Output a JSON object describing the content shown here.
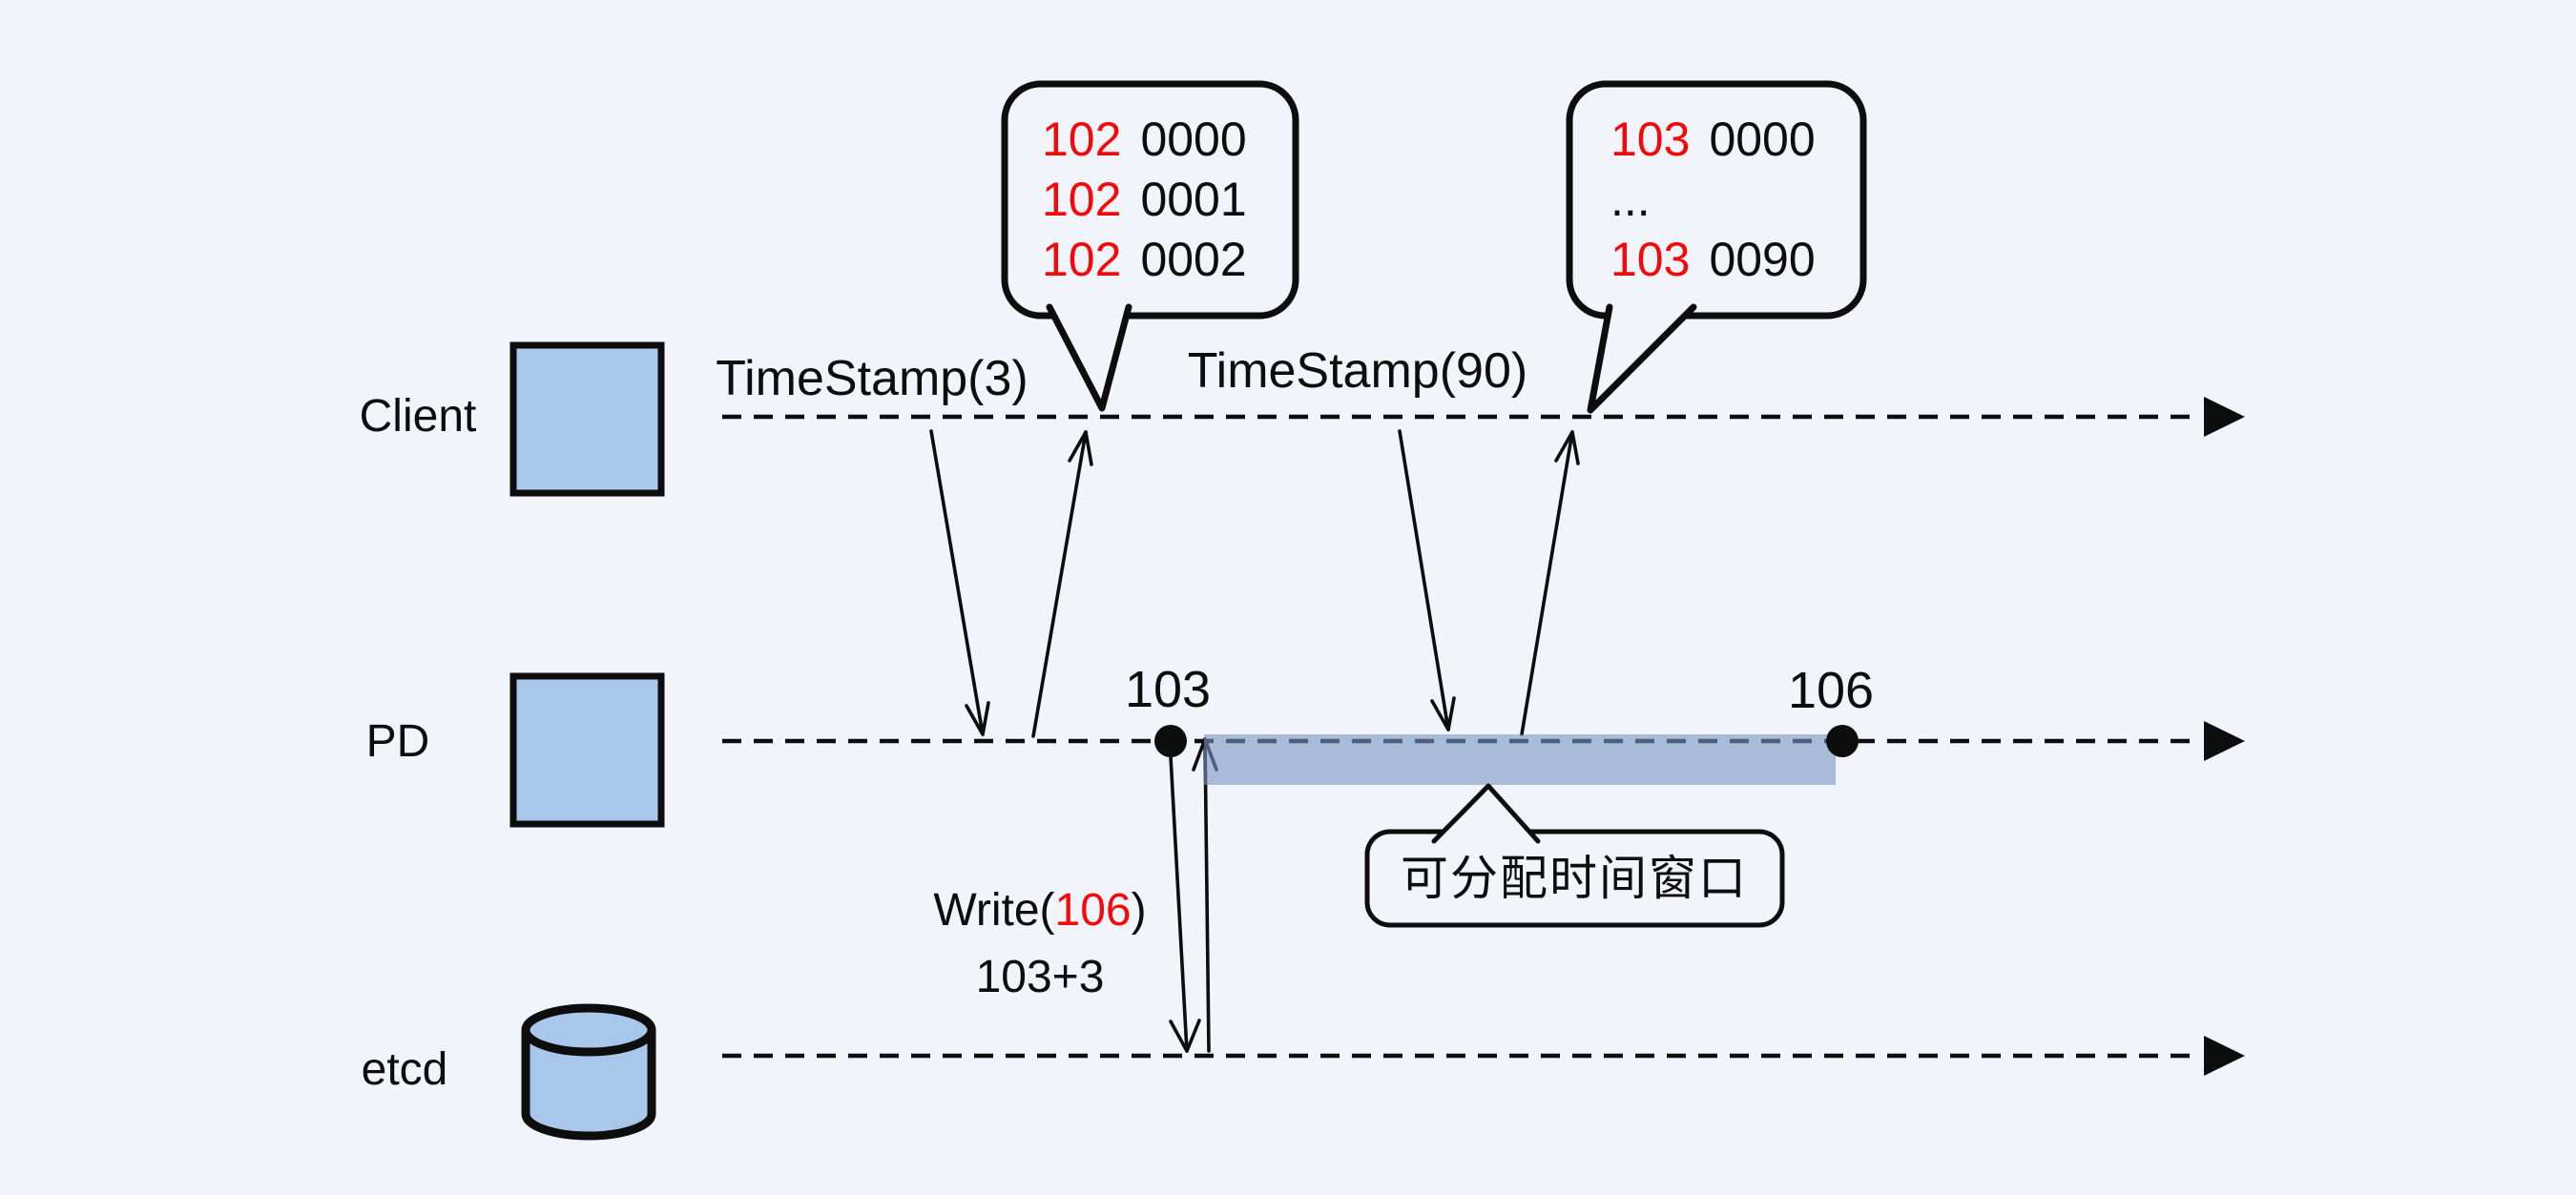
{
  "colors": {
    "background": "#f1f4fa",
    "stroke": "#0d0d0d",
    "node_fill": "#a9c7ea",
    "accent_red": "#f40808",
    "band_fill": "rgba(120,150,195,0.6)"
  },
  "lanes": [
    {
      "id": "client",
      "label": "Client"
    },
    {
      "id": "pd",
      "label": "PD"
    },
    {
      "id": "etcd",
      "label": "etcd"
    }
  ],
  "annotations": {
    "ts3_label": "TimeStamp(3)",
    "ts90_label": "TimeStamp(90)"
  },
  "points": {
    "start": "103",
    "end": "106"
  },
  "write": {
    "prefix": "Write(",
    "value": "106",
    "suffix": ")",
    "line2": "103+3"
  },
  "window": {
    "label": "可分配时间窗口"
  },
  "bubbles": {
    "first": {
      "rows": [
        {
          "red": "102",
          "black": "0000"
        },
        {
          "red": "102",
          "black": "0001"
        },
        {
          "red": "102",
          "black": "0002"
        }
      ]
    },
    "second": {
      "rows": [
        {
          "red": "103",
          "black": "0000"
        },
        {
          "red": "",
          "black": "..."
        },
        {
          "red": "103",
          "black": "0090"
        }
      ]
    }
  }
}
